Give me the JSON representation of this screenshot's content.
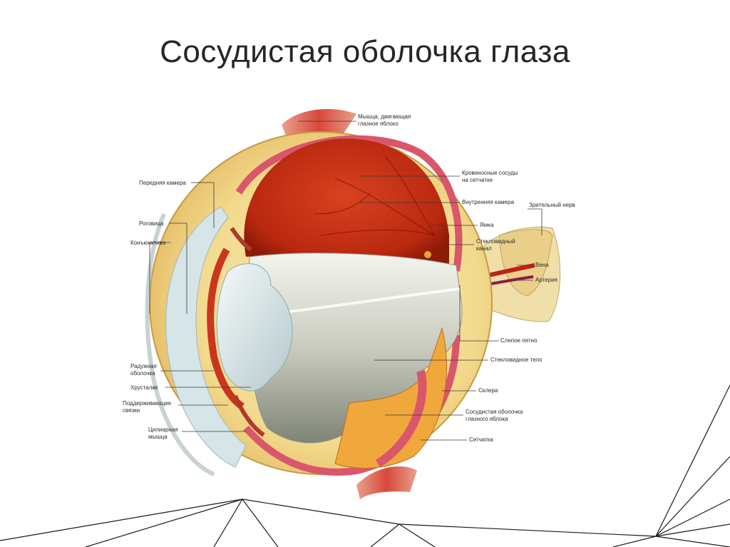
{
  "slide": {
    "title": "Сосудистая оболочка глаза"
  },
  "diagram": {
    "labels": {
      "muscle": [
        "Мышца, двигающая",
        "глазное яблоко"
      ],
      "retinal_vessels": [
        "Кровеносные сосуды",
        "на сетчатке"
      ],
      "inner_chamber": "Внутренняя камера",
      "fovea": "Ямка",
      "vitreous_canal": [
        "Стекловидный",
        "канал"
      ],
      "optic_nerve": "Зрительный нерв",
      "vein": "Вена",
      "artery": "Артерия",
      "blind_spot": "Слепое пятно",
      "vitreous_body": "Стекловидное тело",
      "sclera": "Склера",
      "choroid": [
        "Сосудистая оболочка",
        "глазного яблока"
      ],
      "retina": "Сетчатка",
      "anterior_chamber": "Передняя камера",
      "cornea": "Роговица",
      "conjunctiva": "Конъюнктива",
      "iris": [
        "Радужная",
        "оболочка"
      ],
      "lens": "Хрусталик",
      "ligaments": [
        "Поддерживающие",
        "связки"
      ],
      "ciliary_muscle": [
        "Цилиарная",
        "мышца"
      ]
    }
  }
}
